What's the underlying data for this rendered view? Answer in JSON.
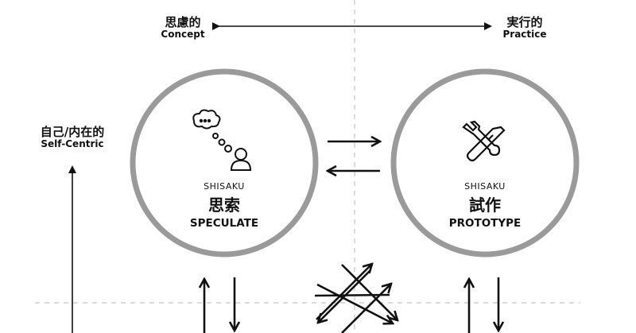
{
  "axis_top": {
    "left": {
      "jp": "思慮的",
      "en": "Concept"
    },
    "right": {
      "jp": "実行的",
      "en": "Practice"
    }
  },
  "axis_left": {
    "jp": "自己/内在的",
    "en": "Self-Centric"
  },
  "circles": [
    {
      "small": "SHISAKU",
      "kanji": "思索",
      "word": "SPECULATE",
      "icon": "thinking-person-icon"
    },
    {
      "small": "SHISAKU",
      "kanji": "試作",
      "word": "PROTOTYPE",
      "icon": "wrench-screwdriver-icon"
    }
  ],
  "colors": {
    "ring": "#9a9a9a",
    "ink": "#111111",
    "dashed": "#cfcfcf"
  }
}
